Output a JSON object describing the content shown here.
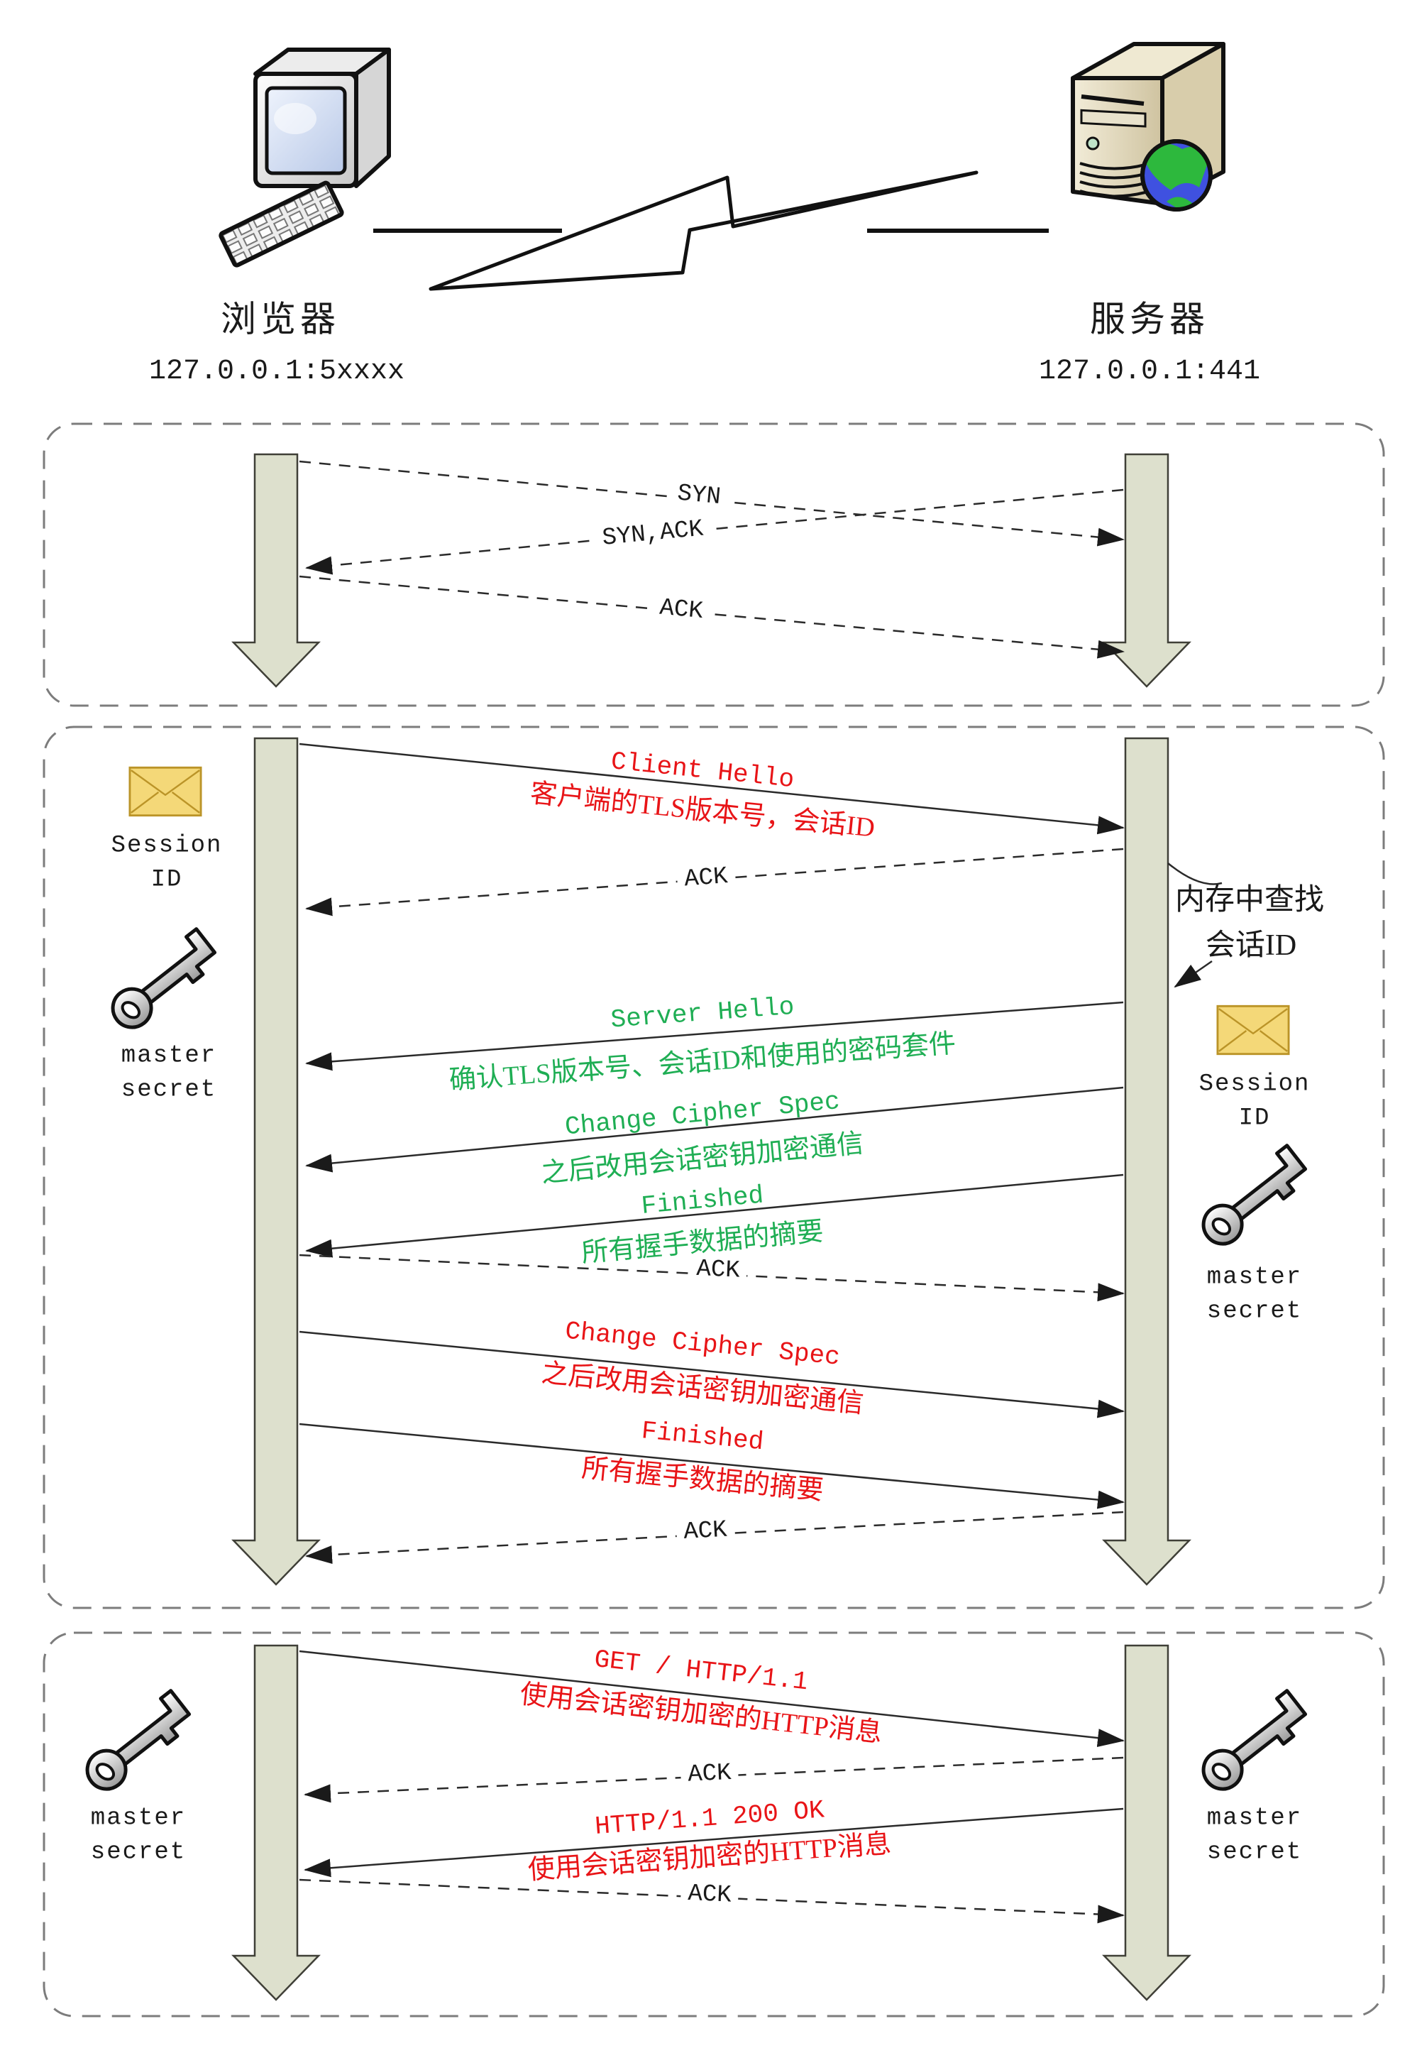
{
  "header": {
    "client": {
      "title": "浏览器",
      "address": "127.0.0.1:5xxxx"
    },
    "server": {
      "title": "服务器",
      "address": "127.0.0.1:441"
    }
  },
  "colors": {
    "red": "#e81417",
    "green": "#1fae54",
    "black": "#1a1a1a",
    "line": "#2a2a2a",
    "bar_fill": "#dde0cd",
    "bar_border": "#3f3f37",
    "box_border": "#7c7c7c",
    "envelope_fill": "#f4d878",
    "envelope_border": "#bb9428",
    "globe_ocean": "#3f51e0",
    "globe_land": "#2db83d"
  },
  "sections": {
    "tcp": {
      "messages": [
        {
          "label": "SYN",
          "from": "client",
          "to": "server",
          "style": "dashed",
          "color": "black"
        },
        {
          "label": "SYN,ACK",
          "from": "server",
          "to": "client",
          "style": "dashed",
          "color": "black"
        },
        {
          "label": "ACK",
          "from": "client",
          "to": "server",
          "style": "dashed",
          "color": "black"
        }
      ]
    },
    "tls": {
      "client_artifacts": {
        "session": {
          "line1": "Session",
          "line2": "ID"
        },
        "master": {
          "line1": "master",
          "line2": "secret"
        }
      },
      "server_note": {
        "line1": "内存中查找",
        "line2": "会话ID"
      },
      "server_artifacts": {
        "session": {
          "line1": "Session",
          "line2": "ID"
        },
        "master": {
          "line1": "master",
          "line2": "secret"
        }
      },
      "messages": [
        {
          "line1": "Client Hello",
          "line2": "客户端的TLS版本号，会话ID",
          "from": "client",
          "to": "server",
          "style": "solid",
          "color": "red"
        },
        {
          "line1": "ACK",
          "from": "server",
          "to": "client",
          "style": "dashed",
          "color": "black"
        },
        {
          "line1": "Server Hello",
          "line2": "确认TLS版本号、会话ID和使用的密码套件",
          "from": "server",
          "to": "client",
          "style": "solid",
          "color": "green"
        },
        {
          "line1": "Change Cipher Spec",
          "line2": "之后改用会话密钥加密通信",
          "from": "server",
          "to": "client",
          "style": "solid",
          "color": "green"
        },
        {
          "line1": "Finished",
          "line2": "所有握手数据的摘要",
          "from": "server",
          "to": "client",
          "style": "solid",
          "color": "green"
        },
        {
          "line1": "ACK",
          "from": "client",
          "to": "server",
          "style": "dashed",
          "color": "black"
        },
        {
          "line1": "Change Cipher Spec",
          "line2": "之后改用会话密钥加密通信",
          "from": "client",
          "to": "server",
          "style": "solid",
          "color": "red"
        },
        {
          "line1": "Finished",
          "line2": "所有握手数据的摘要",
          "from": "client",
          "to": "server",
          "style": "solid",
          "color": "red"
        },
        {
          "line1": "ACK",
          "from": "server",
          "to": "client",
          "style": "dashed",
          "color": "black"
        }
      ]
    },
    "http": {
      "client_artifacts": {
        "master": {
          "line1": "master",
          "line2": "secret"
        }
      },
      "server_artifacts": {
        "master": {
          "line1": "master",
          "line2": "secret"
        }
      },
      "messages": [
        {
          "line1": "GET / HTTP/1.1",
          "line2": "使用会话密钥加密的HTTP消息",
          "from": "client",
          "to": "server",
          "style": "solid",
          "color": "red"
        },
        {
          "line1": "ACK",
          "from": "server",
          "to": "client",
          "style": "dashed",
          "color": "black"
        },
        {
          "line1": "HTTP/1.1 200 OK",
          "line2": "使用会话密钥加密的HTTP消息",
          "from": "server",
          "to": "client",
          "style": "solid",
          "color": "red"
        },
        {
          "line1": "ACK",
          "from": "client",
          "to": "server",
          "style": "dashed",
          "color": "black"
        }
      ]
    }
  }
}
